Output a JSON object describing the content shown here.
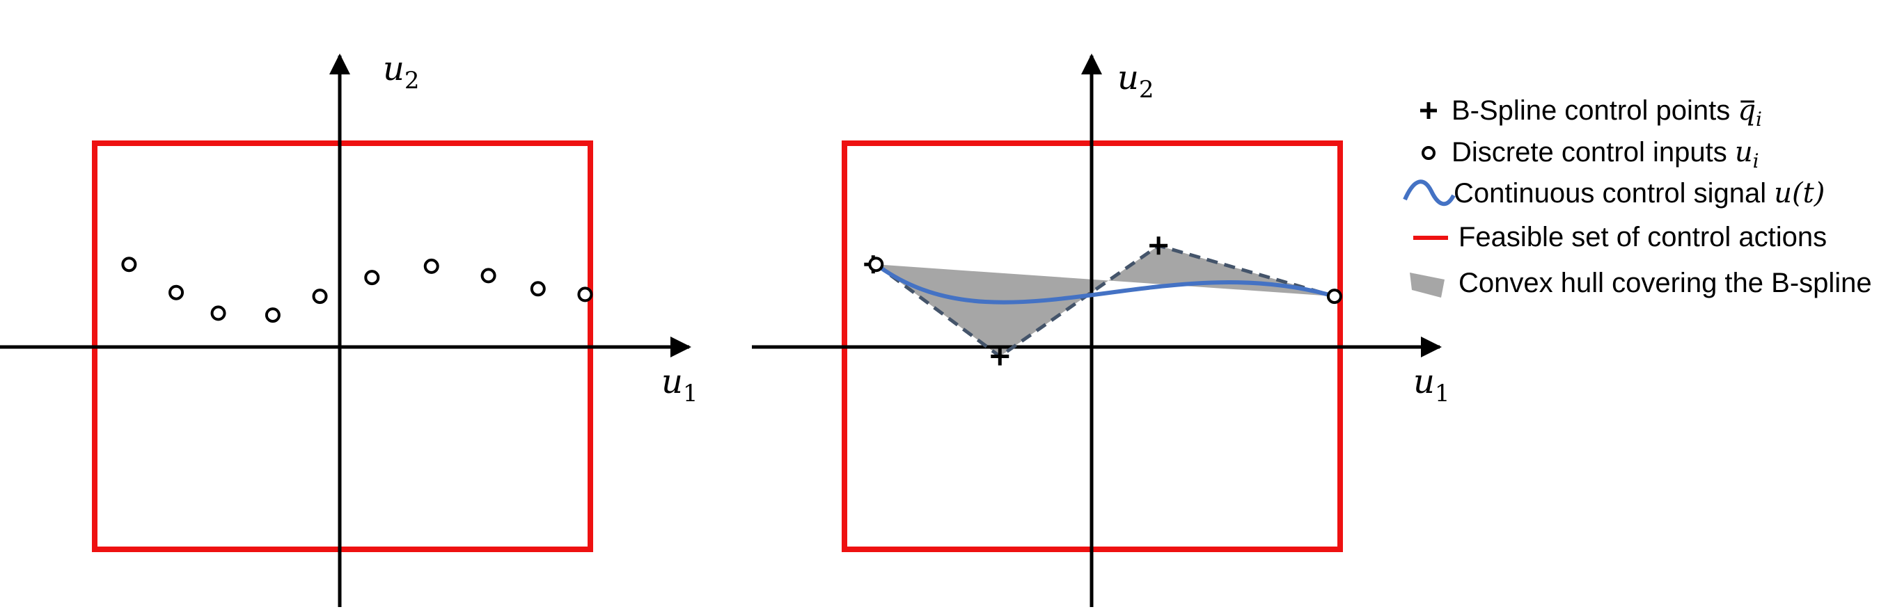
{
  "diagram": {
    "left_panel": {
      "axis_labels": {
        "x": "u",
        "x_sub": "1",
        "y": "u",
        "y_sub": "2"
      },
      "discrete_inputs": [
        [
          -0.85,
          0.44
        ],
        [
          -0.66,
          0.29
        ],
        [
          -0.49,
          0.18
        ],
        [
          -0.27,
          0.17
        ],
        [
          -0.08,
          0.27
        ],
        [
          0.13,
          0.37
        ],
        [
          0.37,
          0.43
        ],
        [
          0.6,
          0.38
        ],
        [
          0.8,
          0.31
        ],
        [
          0.99,
          0.28
        ]
      ]
    },
    "right_panel": {
      "axis_labels": {
        "x": "u",
        "x_sub": "1",
        "y": "u",
        "y_sub": "2"
      },
      "control_points": [
        [
          -0.87,
          0.44
        ],
        [
          -0.37,
          -0.05
        ],
        [
          0.27,
          0.54
        ],
        [
          0.98,
          0.27
        ]
      ],
      "discrete_inputs": [
        [
          -0.87,
          0.44
        ],
        [
          0.98,
          0.27
        ]
      ]
    },
    "feasible_set": {
      "u1": [
        -1,
        1
      ],
      "u2": [
        -1.08,
        1.08
      ]
    }
  },
  "legend": [
    {
      "symbol": "plus",
      "label": "B-Spline control points ",
      "math": "q",
      "math_sub": "i",
      "overbar": true
    },
    {
      "symbol": "circle",
      "label": "Discrete control inputs ",
      "math": "u",
      "math_sub": "i"
    },
    {
      "symbol": "wave",
      "label": "Continuous control signal ",
      "math": "u(t)"
    },
    {
      "symbol": "line",
      "label": "Feasible set of control actions"
    },
    {
      "symbol": "patch",
      "label": "Convex hull covering the B-spline"
    }
  ],
  "colors": {
    "feasible_set": "#ee1111",
    "spline": "#4472c4",
    "hull": "#a6a6a6",
    "dashed": "#44546a",
    "axis": "#000000"
  }
}
